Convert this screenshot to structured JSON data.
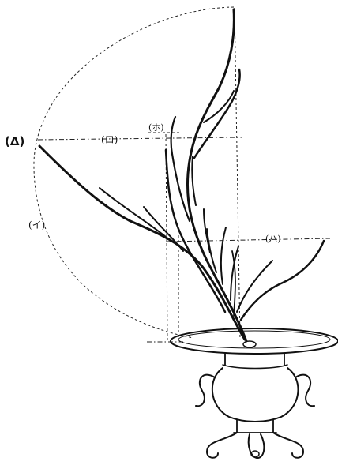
{
  "diagram": {
    "labels": {
      "triangle": "(Δ)",
      "ro": "(ロ)",
      "ho": "(ホ)",
      "i": "(イ)",
      "ha": "(ハ)"
    },
    "ink_color": "#111111",
    "background": "#ffffff"
  }
}
